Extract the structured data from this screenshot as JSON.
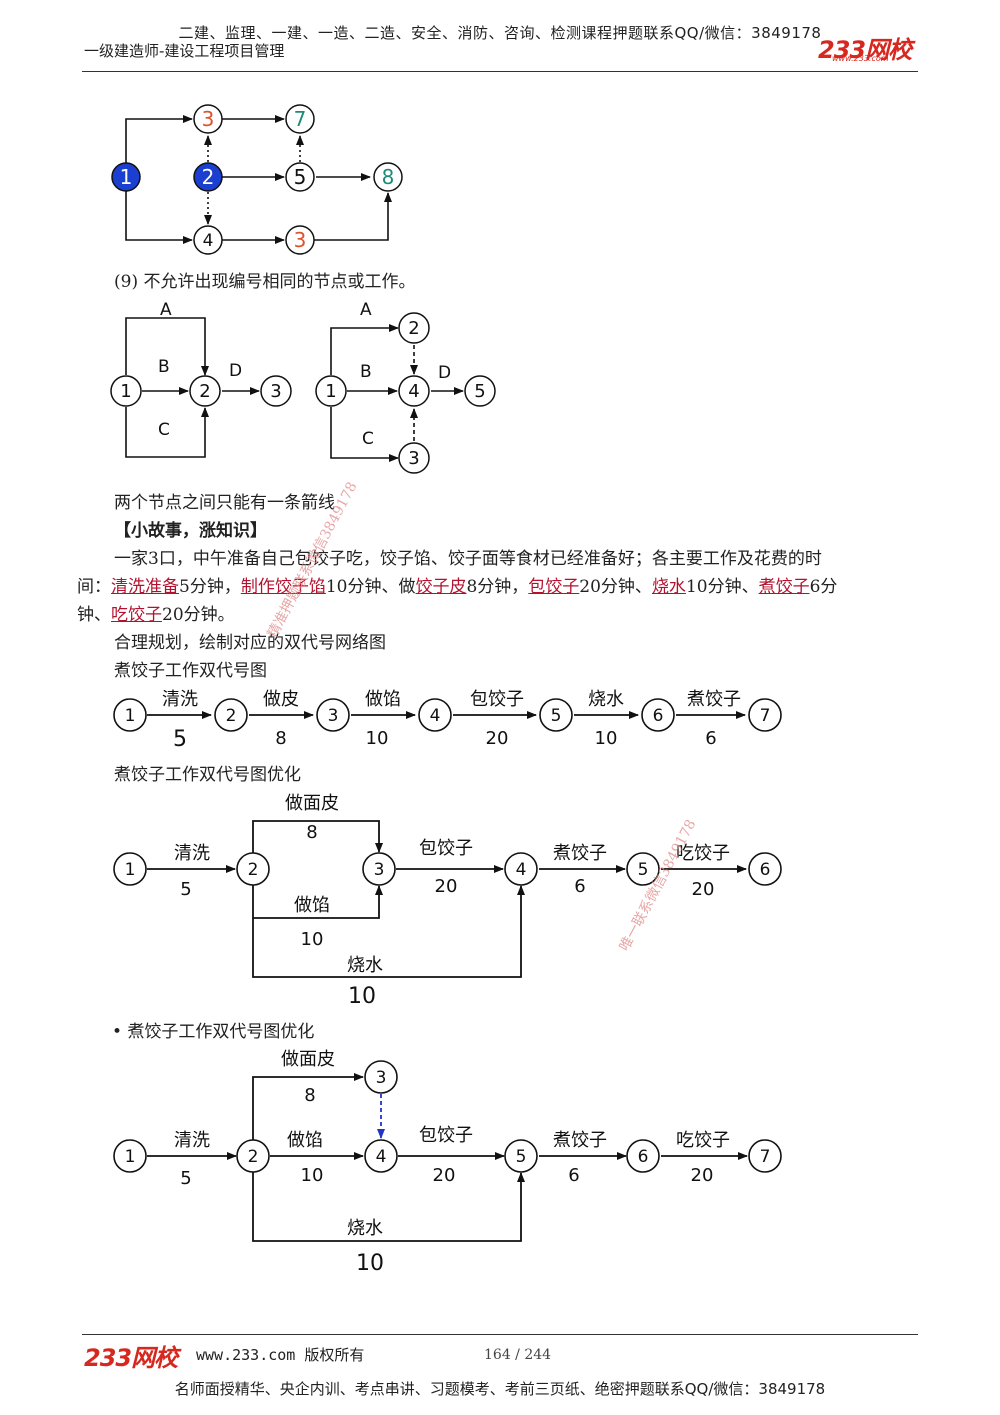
{
  "header": {
    "top_line": "二建、监理、一建、一造、二造、安全、消防、咨询、检测课程押题联系QQ/微信：3849178",
    "subtitle": "一级建造师-建设工程项目管理",
    "logo": "233网校",
    "logo_url": "www.233.com"
  },
  "diagram1": {
    "nodes": [
      "1",
      "3",
      "7",
      "2",
      "5",
      "8",
      "4",
      "3"
    ]
  },
  "rule9": "(9) 不允许出现编号相同的节点或工作。",
  "diagram2": {
    "left": {
      "labels": [
        "A",
        "B",
        "C",
        "D"
      ],
      "nodes": [
        "1",
        "2",
        "3"
      ]
    },
    "right": {
      "labels": [
        "A",
        "B",
        "C",
        "D"
      ],
      "nodes": [
        "1",
        "2",
        "3",
        "4",
        "5"
      ]
    }
  },
  "para": {
    "p1": "两个节点之间只能有一条箭线",
    "p2": "【小故事，涨知识】",
    "p3_a": "一家3口，中午准备自己包饺子吃，饺子馅、饺子面等食材已经准备好；各主要工作及花费的时",
    "p4_a": "间：",
    "k1": "清洗准备",
    "p4_b": "5分钟，",
    "k2": "制作饺子馅",
    "p4_c": "10分钟、做",
    "k3": "饺子皮",
    "p4_d": "8分钟，",
    "k4": "包饺子",
    "p4_e": "20分钟、",
    "k5": "烧水",
    "p4_f": "10分钟、",
    "k6": "煮饺子",
    "p4_g": "6分",
    "p5_a": "钟、",
    "k7": "吃饺子",
    "p5_b": "20分钟。",
    "p6": "合理规划，绘制对应的双代号网络图",
    "p7": "煮饺子工作双代号图"
  },
  "diagram3": {
    "nodes": [
      "1",
      "2",
      "3",
      "4",
      "5",
      "6",
      "7"
    ],
    "labels": [
      "清洗",
      "做皮",
      "做馅",
      "包饺子",
      "烧水",
      "煮饺子"
    ],
    "durations": [
      "5",
      "8",
      "10",
      "20",
      "10",
      "6"
    ]
  },
  "caption4": "煮饺子工作双代号图优化",
  "diagram4": {
    "nodes": [
      "1",
      "2",
      "3",
      "4",
      "5",
      "6"
    ],
    "labels": [
      "清洗",
      "做面皮",
      "做馅",
      "包饺子",
      "煮饺子",
      "吃饺子",
      "烧水"
    ],
    "durations": [
      "5",
      "8",
      "10",
      "20",
      "6",
      "20",
      "10"
    ]
  },
  "caption5": "煮饺子工作双代号图优化",
  "diagram5": {
    "nodes": [
      "1",
      "2",
      "3",
      "4",
      "5",
      "6",
      "7"
    ],
    "labels": [
      "清洗",
      "做面皮",
      "做馅",
      "包饺子",
      "煮饺子",
      "吃饺子",
      "烧水"
    ],
    "durations": [
      "5",
      "8",
      "10",
      "20",
      "6",
      "20",
      "10"
    ]
  },
  "watermarks": [
    "精准押题联系微信3849178",
    "唯一联系微信3849178"
  ],
  "footer": {
    "logo": "233网校",
    "url": "www.233.com 版权所有",
    "page": "164 / 244",
    "bottom_line": "名师面授精华、央企内训、考点串讲、习题模考、考前三页纸、绝密押题联系QQ/微信：3849178"
  },
  "colors": {
    "blue_node": "#1a3fd1",
    "orange": "#e0502a",
    "teal": "#1f8a78",
    "dashed_blue": "#2233cc",
    "keyword": "#b3122e",
    "logo": "#d6281f"
  }
}
